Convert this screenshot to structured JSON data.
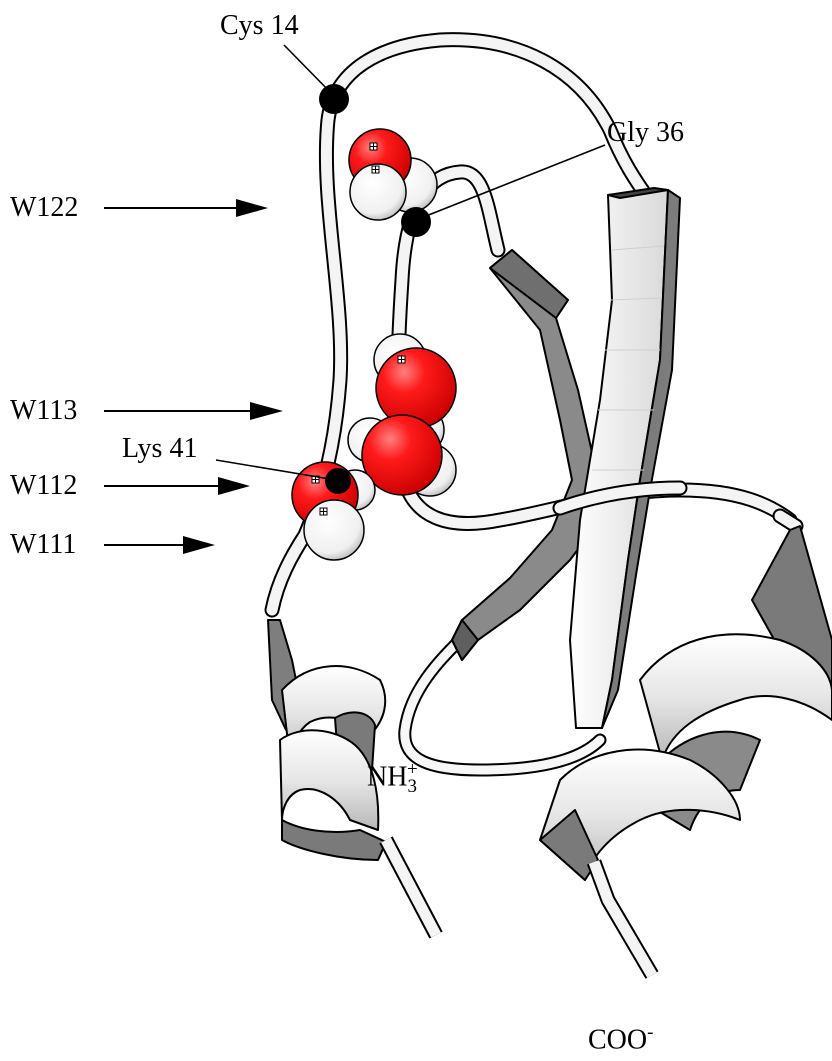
{
  "labels": {
    "cys14": "Cys 14",
    "gly36": "Gly 36",
    "lys41": "Lys 41",
    "w122": "W122",
    "w113": "W113",
    "w112": "W112",
    "w111": "W111"
  },
  "termini": {
    "n_base": "NH",
    "n_sub": "3",
    "n_sup": "+",
    "c_base": "COO",
    "c_sup": "-"
  },
  "colors": {
    "oxygen": "#ff0000",
    "hydrogen": "#ffffff",
    "ribbon_light": "#f2f2f2",
    "ribbon_dark": "#7a7a7a",
    "marker": "#000000"
  }
}
